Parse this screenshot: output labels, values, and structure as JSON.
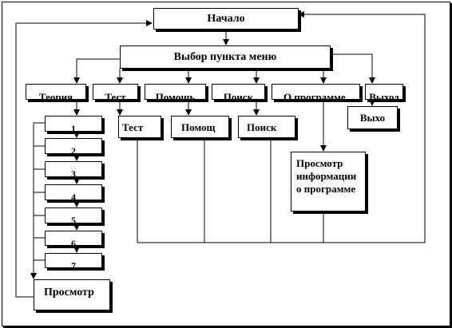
{
  "nodes": {
    "start": "Начало",
    "menu": "Выбор пункта меню",
    "theory_header": "Теория",
    "test_header": "Тест",
    "help_header": "Помощь",
    "search_header": "Поиск",
    "about_header": "О программе",
    "exit_header": "Выход",
    "items": [
      "1",
      "2",
      "3",
      "4",
      "5",
      "6",
      "7"
    ],
    "test": "Тест",
    "help": "Помощ",
    "search": "Поиск",
    "exit": "Выхо",
    "about_view": "Просмотр информации о программе",
    "view": "Просмотр"
  },
  "colors": {
    "line": "#000000",
    "background": "#ffffff"
  }
}
